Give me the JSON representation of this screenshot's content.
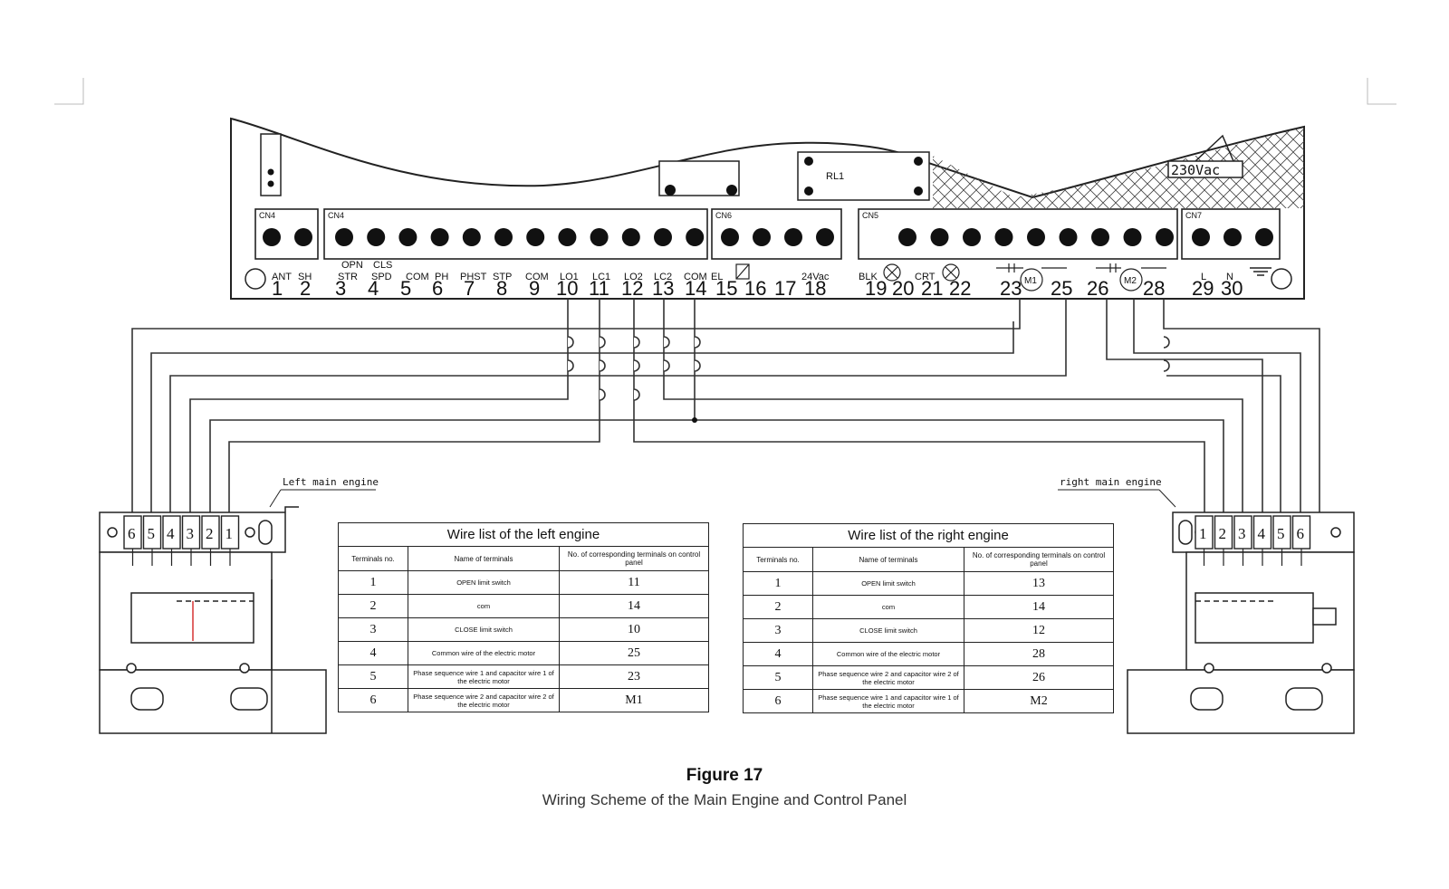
{
  "board": {
    "relay_label": "RL1",
    "voltage_label": "230Vac",
    "connectors": [
      "CN4",
      "CN4",
      "CN6",
      "CN5",
      "CN7"
    ],
    "upper_labels": [
      "OPN",
      "CLS"
    ],
    "func_labels": [
      "ANT",
      "SH",
      "STR",
      "SPD",
      "COM",
      "PH",
      "PHST",
      "STP",
      "COM",
      "LO1",
      "LC1",
      "LO2",
      "LC2",
      "COM",
      "EL",
      "24Vac",
      "BLK",
      "CRT",
      "L",
      "N"
    ],
    "motor_labels": [
      "M1",
      "M2"
    ],
    "terminal_numbers": [
      "1",
      "2",
      "3",
      "4",
      "5",
      "6",
      "7",
      "8",
      "9",
      "10",
      "11",
      "12",
      "13",
      "14",
      "15",
      "16",
      "17",
      "18",
      "19",
      "20",
      "21",
      "22",
      "23",
      "25",
      "26",
      "28",
      "29",
      "30"
    ]
  },
  "left_engine": {
    "label": "Left main engine",
    "terminals": [
      "6",
      "5",
      "4",
      "3",
      "2",
      "1"
    ]
  },
  "right_engine": {
    "label": "right main engine",
    "terminals": [
      "1",
      "2",
      "3",
      "4",
      "5",
      "6"
    ]
  },
  "left_table": {
    "title": "Wire list of the left engine",
    "headers": [
      "Terminals no.",
      "Name of terminals",
      "No. of corresponding terminals on control panel"
    ],
    "rows": [
      [
        "1",
        "OPEN limit switch",
        "11"
      ],
      [
        "2",
        "com",
        "14"
      ],
      [
        "3",
        "CLOSE limit switch",
        "10"
      ],
      [
        "4",
        "Common wire of the electric motor",
        "25"
      ],
      [
        "5",
        "Phase sequence wire 1 and capacitor wire 1 of the electric motor",
        "23"
      ],
      [
        "6",
        "Phase sequence wire 2 and capacitor wire 2 of the electric motor",
        "M1"
      ]
    ]
  },
  "right_table": {
    "title": "Wire list of the right engine",
    "headers": [
      "Terminals no.",
      "Name of terminals",
      "No. of corresponding terminals on control panel"
    ],
    "rows": [
      [
        "1",
        "OPEN limit switch",
        "13"
      ],
      [
        "2",
        "com",
        "14"
      ],
      [
        "3",
        "CLOSE limit switch",
        "12"
      ],
      [
        "4",
        "Common wire of the electric motor",
        "28"
      ],
      [
        "5",
        "Phase sequence wire 2 and capacitor wire 2 of the electric motor",
        "26"
      ],
      [
        "6",
        "Phase sequence wire 1 and capacitor wire 1 of the electric motor",
        "M2"
      ]
    ]
  },
  "caption": {
    "title": "Figure 17",
    "subtitle": "Wiring Scheme of the Main Engine and Control Panel"
  }
}
